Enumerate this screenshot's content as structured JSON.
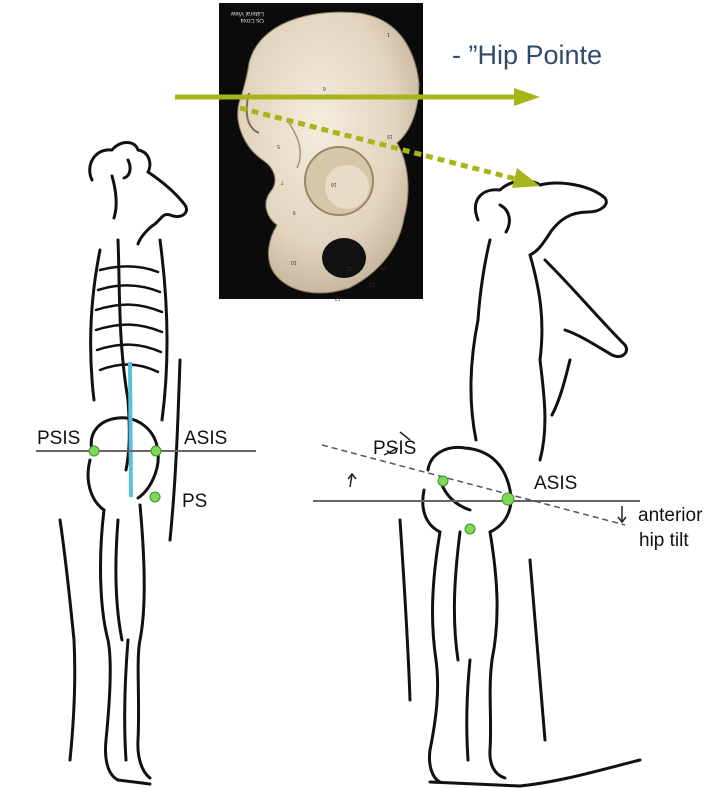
{
  "title": "- ”Hip Pointe",
  "photo": {
    "caption_line1": "Os Coxa",
    "caption_line2": "Lateral View",
    "numbers": [
      "6",
      "16",
      "15",
      "5",
      "11",
      "14",
      "13",
      "12",
      "10",
      "1",
      "7",
      "9"
    ]
  },
  "left_figure": {
    "labels": {
      "psis": "PSIS",
      "asis": "ASIS",
      "ps": "PS"
    }
  },
  "right_figure": {
    "labels": {
      "psis": "PSIS",
      "asis": "ASIS",
      "tilt_line1": "anterior",
      "tilt_line2": "hip tilt"
    }
  },
  "colors": {
    "arrow": "#a7b51a",
    "landmark": "#7ed957",
    "plumb_line": "#5bbfe0",
    "title": "#2f4a6e"
  }
}
